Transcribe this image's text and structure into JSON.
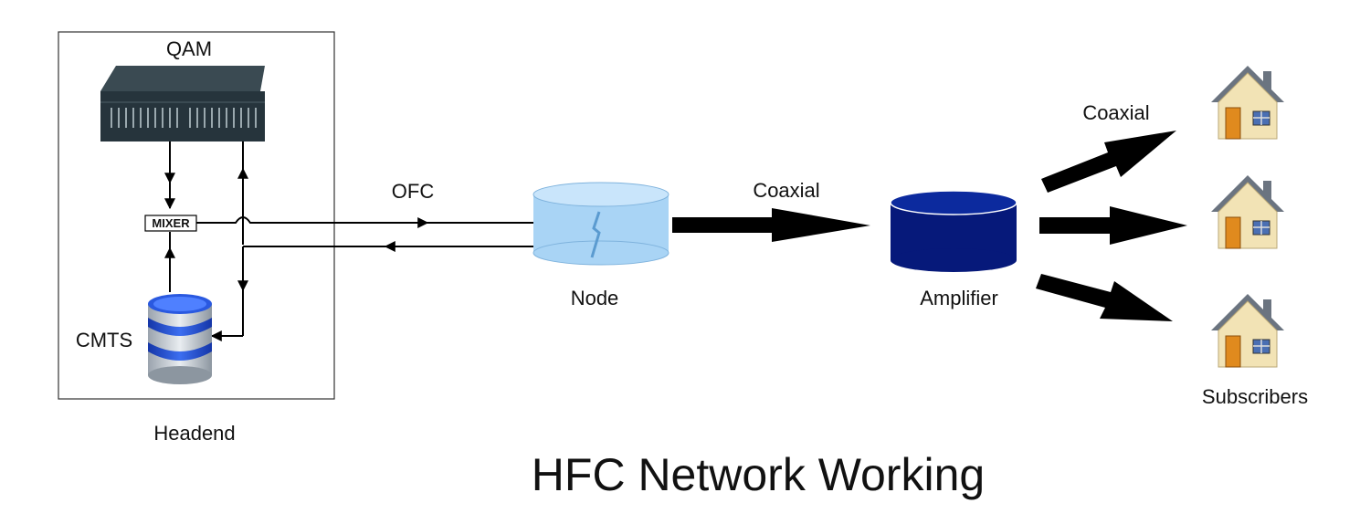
{
  "labels": {
    "qam": "QAM",
    "mixer": "MIXER",
    "cmts": "CMTS",
    "headend": "Headend",
    "ofc": "OFC",
    "node": "Node",
    "coaxial_link": "Coaxial",
    "amplifier": "Amplifier",
    "coaxial_branch": "Coaxial",
    "subscribers": "Subscribers"
  },
  "title": "HFC Network Working",
  "colors": {
    "node_fill": "#a9d4f5",
    "amplifier_fill": "#06197a",
    "cmts_band": "#1f4fd6",
    "house_wall": "#f2e3b5",
    "house_roof": "#6b7480",
    "door": "#e08a1e",
    "window": "#4a6fb3",
    "qam_body": "#26343c"
  },
  "icons": [
    "qam-device-icon",
    "cmts-server-icon",
    "node-cylinder-icon",
    "amplifier-cylinder-icon",
    "house-icon"
  ]
}
